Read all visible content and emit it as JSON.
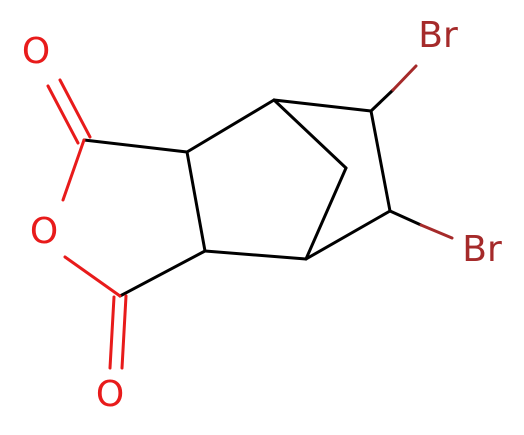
{
  "molecule": {
    "colors": {
      "bond": "#000000",
      "oxygen": "#e81b1b",
      "bromine": "#a52a2a",
      "background": "#ffffff"
    },
    "atoms": {
      "o_top": "O",
      "o_ring": "O",
      "o_bottom": "O",
      "br_top": "Br",
      "br_right": "Br"
    }
  }
}
